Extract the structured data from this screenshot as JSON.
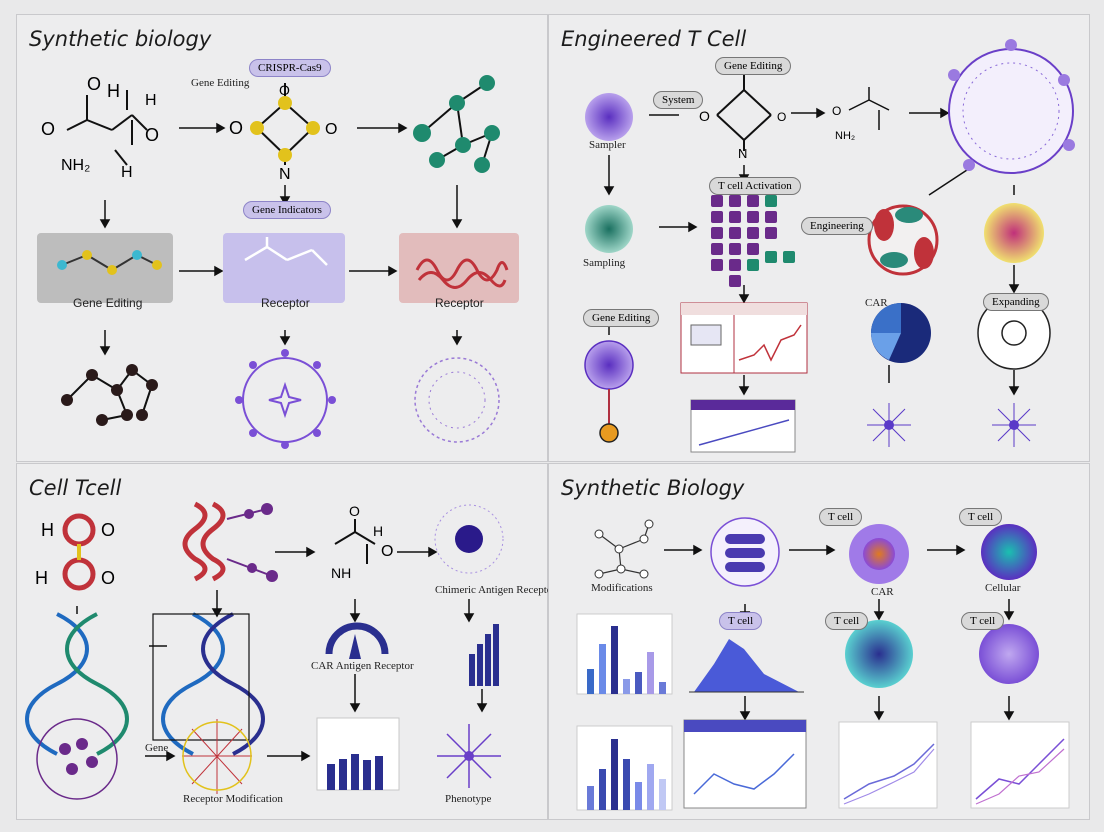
{
  "panels": {
    "p1": {
      "title": "Synthetic biology"
    },
    "p2": {
      "title": "Engineered T Cell"
    },
    "p3": {
      "title": "Cell Tcell"
    },
    "p4": {
      "title": "Synthetic Biology"
    }
  },
  "p1_labels": {
    "gene_editing_top": "Gene Editing",
    "crispr": "CRISPR-Cas9",
    "gene_indicators": "Gene Indicators",
    "gene_editing_box": "Gene Editing",
    "receptor_box1": "Receptor",
    "receptor_box2": "Receptor"
  },
  "p2_labels": {
    "gene_editing": "Gene Editing",
    "system": "System",
    "sample": "Sampler",
    "t_cell_activation": "T cell Activation",
    "engineering": "Engineering",
    "sampling": "Sampling",
    "gene_editing_left": "Gene Editing",
    "car": "CAR",
    "expanding": "Expanding"
  },
  "p3_labels": {
    "chimeric": "Chimeric Antigen Receptor",
    "car_receptor": "CAR Antigen Receptor",
    "gene": "Gene",
    "receptor_mod": "Receptor Modification",
    "phenotype": "Phenotype"
  },
  "p4_labels": {
    "modifications": "Modifications",
    "t_cell1": "T cell",
    "t_cell2": "T cell",
    "t_cell3": "T cell",
    "t_cell4": "T cell",
    "t_cell5": "T cell",
    "car": "CAR",
    "cellular": "Cellular"
  },
  "colors": {
    "purple": "#6a3fc8",
    "teal": "#1f8a6e",
    "yellow": "#e2c21c",
    "navy": "#2a2f8f",
    "red": "#c0323a"
  }
}
